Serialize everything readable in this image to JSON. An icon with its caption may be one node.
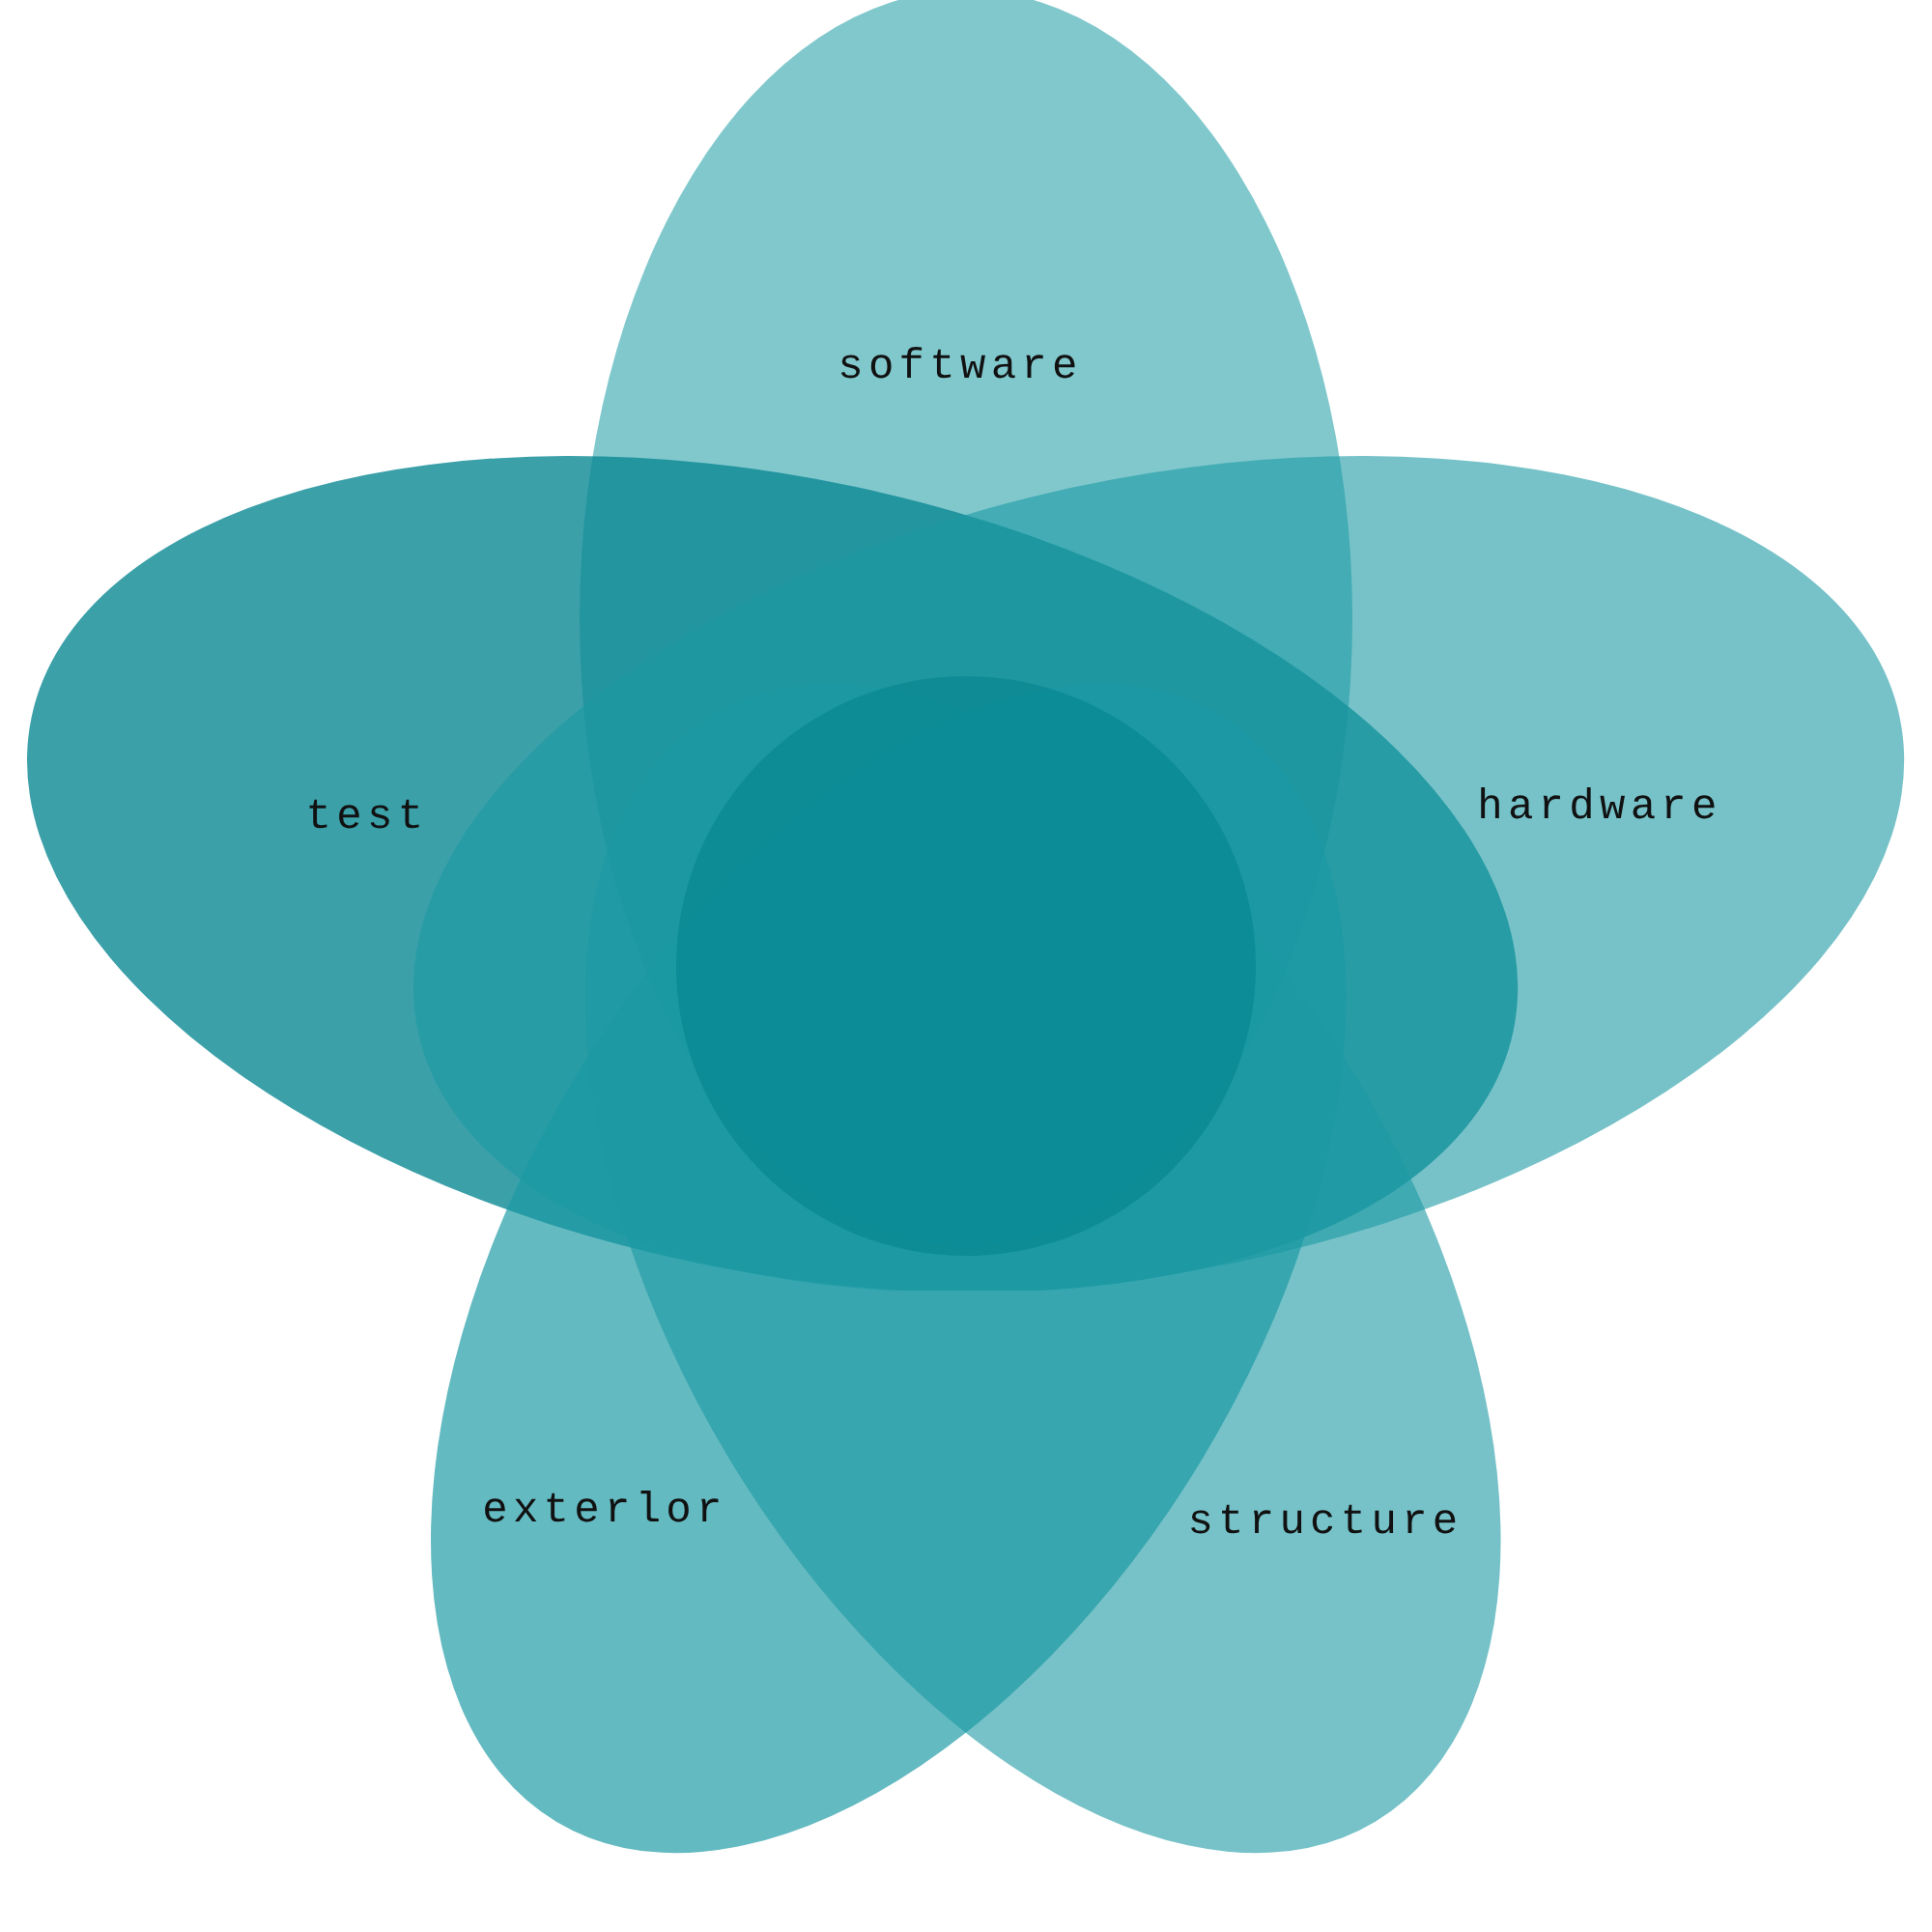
{
  "diagram": {
    "nodes": [
      {
        "text": [
          "software"
        ]
      },
      {
        "text": [
          "test"
        ]
      },
      {
        "text": [
          "hardware"
        ]
      },
      {
        "text": [
          "exterlor"
        ]
      },
      {
        "text": [
          "structure"
        ]
      },
      {
        "text": [],
        "shape": "circle"
      }
    ]
  }
}
